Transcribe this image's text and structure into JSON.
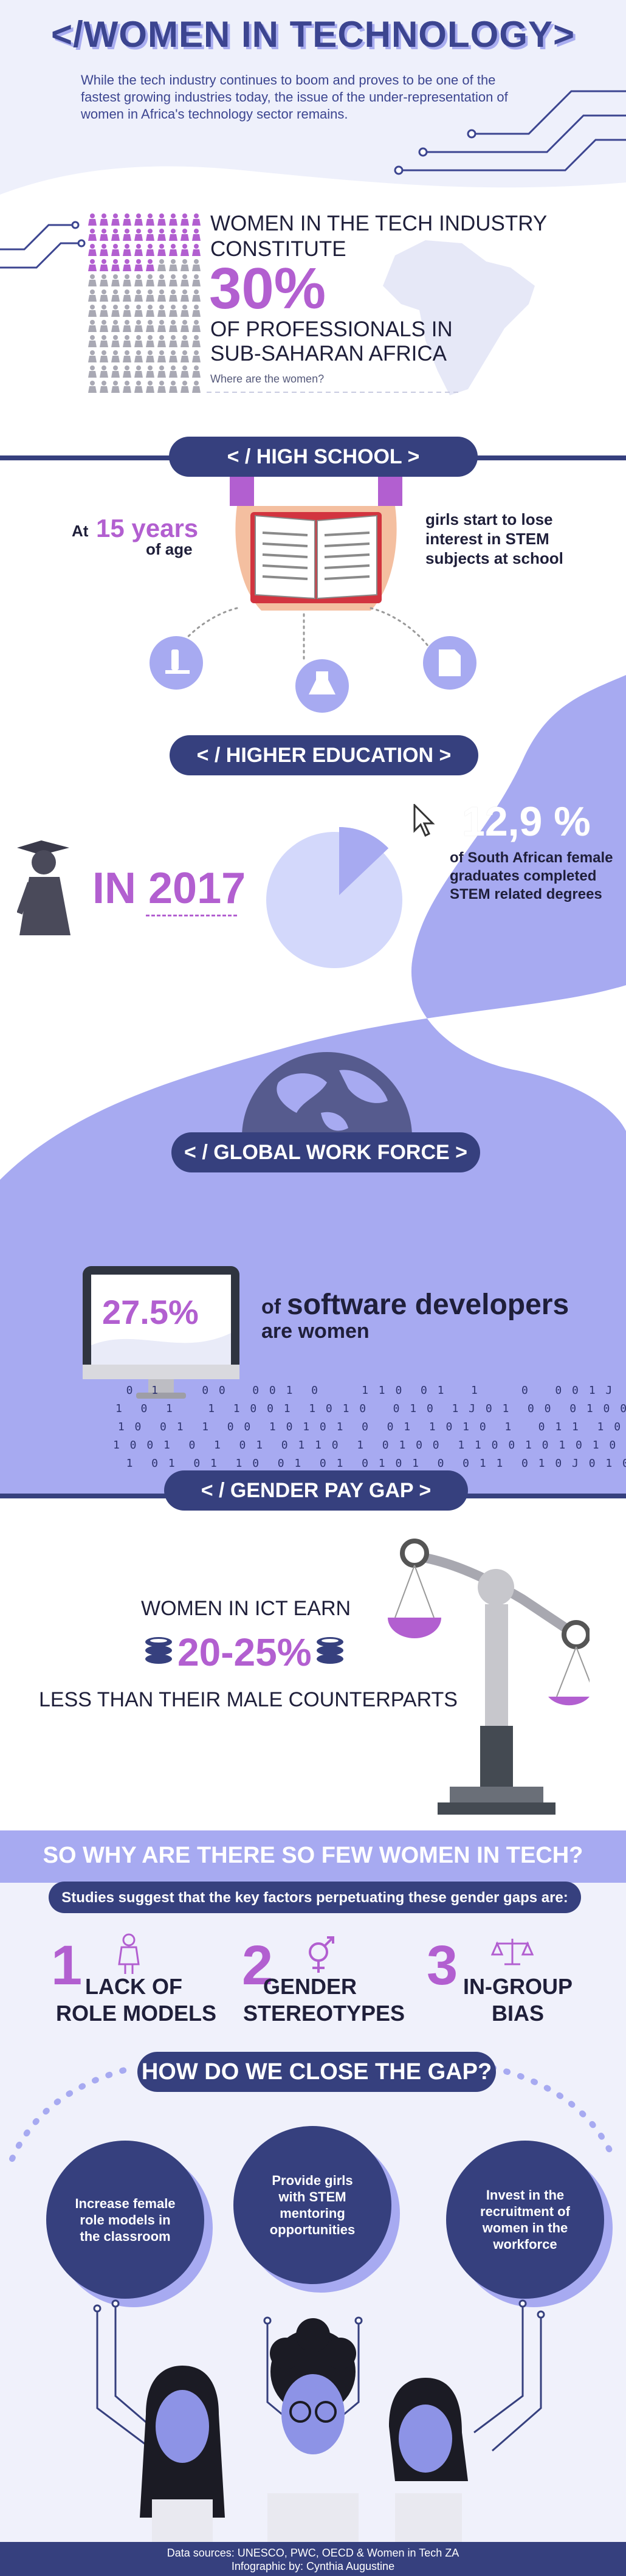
{
  "hero": {
    "title": "</WOMEN IN TECHNOLOGY>",
    "subtitle": "While the tech industry continues to boom and proves to be one of the fastest growing industries today, the issue of the under-representation of women in Africa's technology sector remains."
  },
  "constitute": {
    "line1": "WOMEN IN THE TECH INDUSTRY",
    "line2": "CONSTITUTE",
    "percent": "30%",
    "line3": "OF PROFESSIONALS IN",
    "line4": "SUB-SAHARAN AFRICA",
    "caption": "Where are the women?",
    "figure_share": 0.3
  },
  "high_school": {
    "label": "< / HIGH SCHOOL >",
    "at": "At",
    "age_value": "15 years",
    "of_age": "of age",
    "desc": "girls start to lose interest in STEM subjects at school"
  },
  "higher_ed": {
    "label": "< / HIGHER EDUCATION >",
    "year": "IN 2017",
    "percent": "12,9 %",
    "desc": "of South African female graduates completed STEM related degrees",
    "pie_share": 0.129
  },
  "workforce": {
    "label": "< / GLOBAL WORK FORCE >",
    "percent": "27.5%",
    "of": "of",
    "bold": "software developers",
    "rest": "are women",
    "binary_lines": [
      "  0  1     0 0   0 0 1  0     1 1 0  0 1   1     0   0 0 1 J",
      "1  0  1    1  1 0 0 1  1 0 1 0   0 1 0  1 J 0 1  0 0  0 1 0 0",
      " 1 0  0 1  1  0 0  1 0 1 0 1  0  0 1  1 0 1 0  1   0 1 1  1 0 1",
      "1 0 0 1  0  1  0 1  0 1 1 0  1  0 1 0 0  1 1 0 0 1 0 1 0 1 0 1",
      "  1  0 1  0 1  1 0  0 1  0 1  0 1 0 1  0  0 1 1  0 1 0 J 0 1 0"
    ]
  },
  "pay_gap": {
    "label": "< / GENDER PAY GAP >",
    "line1": "WOMEN IN ICT EARN",
    "range": "20-25%",
    "line3": "LESS THAN THEIR MALE COUNTERPARTS"
  },
  "why": {
    "title": "SO WHY ARE THERE SO FEW WOMEN IN TECH?",
    "sub": "Studies suggest that the key factors perpetuating these gender gaps are:",
    "factors": [
      {
        "num": "1",
        "text1": "LACK OF",
        "text2": "ROLE MODELS"
      },
      {
        "num": "2",
        "text1": "GENDER",
        "text2": "STEREOTYPES"
      },
      {
        "num": "3",
        "text1": "IN-GROUP",
        "text2": "BIAS"
      }
    ]
  },
  "close_gap": {
    "title": "HOW DO WE CLOSE THE GAP?",
    "actions": [
      "Increase female role models in the classroom",
      "Provide girls with STEM mentoring opportunities",
      "Invest in the recruitment of women in the workforce"
    ]
  },
  "footer": {
    "sources": "Data sources: UNESCO, PWC, OECD & Women in Tech ZA",
    "credit": "Infographic by: Cynthia Augustine"
  },
  "colors": {
    "navy": "#36407e",
    "purple": "#b25fd0",
    "lavender": "#a7aaf1",
    "pale": "#f0f1fb"
  }
}
